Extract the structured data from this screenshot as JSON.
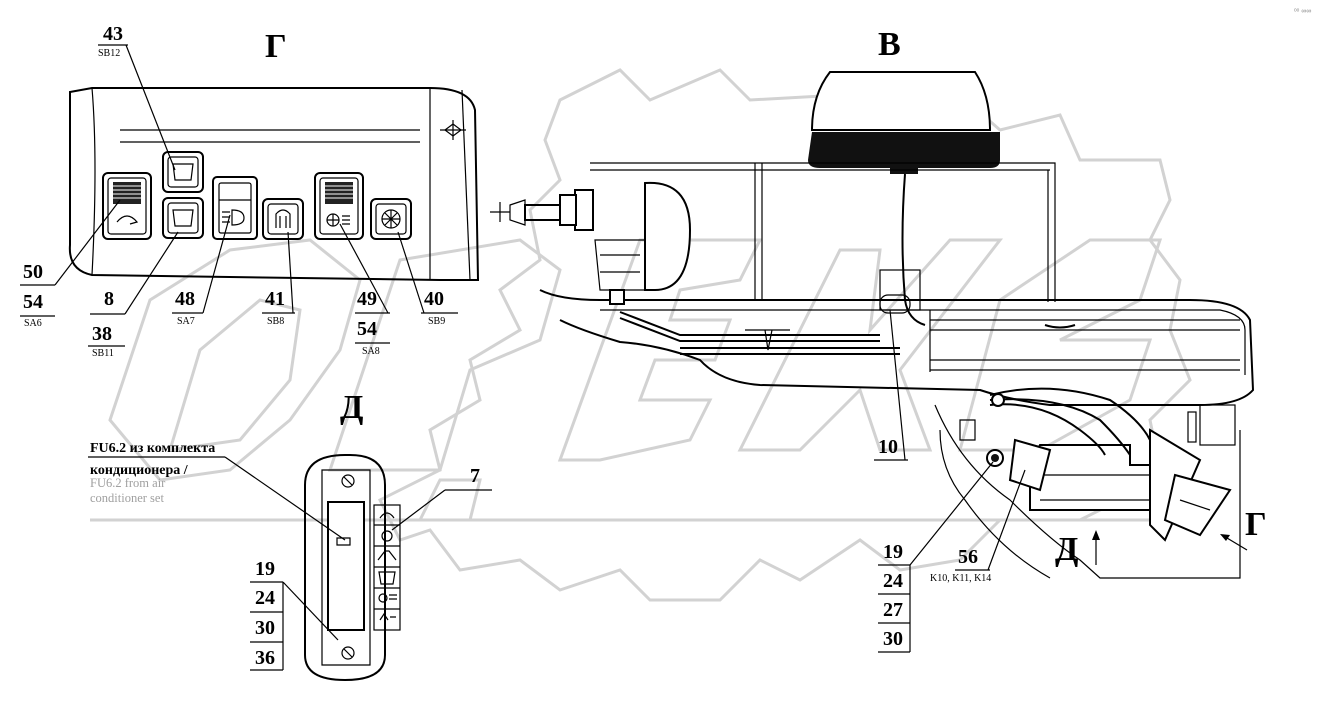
{
  "corner_mark": "ᵒᵒ ∞∞",
  "views": {
    "g_top": "Г",
    "v_top": "В",
    "d_mid": "Д",
    "d_arrow": "Д",
    "g_arrow": "Г"
  },
  "callouts": {
    "c43": "43",
    "c43_sub": "SB12",
    "c50": "50",
    "c54a": "54",
    "c54a_sub": "SA6",
    "c8": "8",
    "c38": "38",
    "c38_sub": "SB11",
    "c48": "48",
    "c48_sub": "SA7",
    "c41": "41",
    "c41_sub": "SB8",
    "c49": "49",
    "c54b": "54",
    "c54b_sub": "SA8",
    "c40": "40",
    "c40_sub": "SB9",
    "c10": "10",
    "c7": "7",
    "c19a": "19",
    "c24a": "24",
    "c30a": "30",
    "c36a": "36",
    "c19b": "19",
    "c24b": "24",
    "c27b": "27",
    "c30b": "30",
    "c56": "56",
    "c56_sub": "K10, K11, K14"
  },
  "fuse_note": {
    "line1": "FU6.2 из комплекта",
    "line2": "кондиционера /",
    "line3": "FU6.2 from air",
    "line4": "conditioner set"
  }
}
